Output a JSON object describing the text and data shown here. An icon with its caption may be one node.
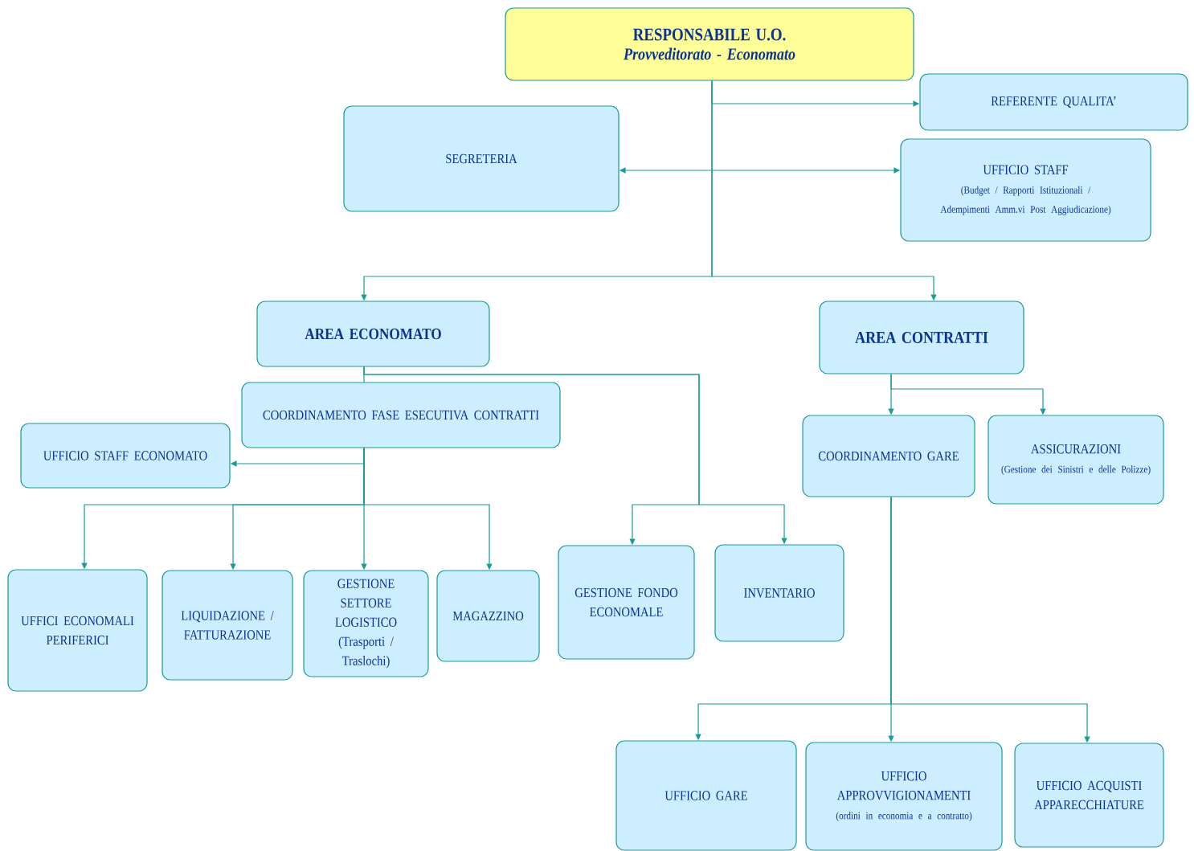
{
  "diagram": {
    "nodes": [
      {
        "text": [
          "RESPONSABILE U.O.",
          "Provveditorato - Economato"
        ]
      },
      {
        "text": [
          "REFERENTE QUALITA’"
        ]
      },
      {
        "text": [
          "SEGRETERIA"
        ]
      },
      {
        "text": [
          "UFFICIO STAFF",
          "(Budget / Rapporti Istituzionali / Adempimenti Amm.vi Post Aggiudicazione)"
        ]
      },
      {
        "text": [
          "AREA ECONOMATO"
        ]
      },
      {
        "text": [
          "AREA CONTRATTI"
        ]
      },
      {
        "text": [
          "COORDINAMENTO FASE ESECUTIVA CONTRATTI"
        ]
      },
      {
        "text": [
          "UFFICIO STAFF ECONOMATO"
        ]
      },
      {
        "text": [
          "COORDINAMENTO GARE"
        ]
      },
      {
        "text": [
          "ASSICURAZIONI",
          "(Gestione dei Sinistri e delle Polizze)"
        ]
      },
      {
        "text": [
          "UFFICI ECONOMALI PERIFERICI"
        ]
      },
      {
        "text": [
          "LIQUIDAZIONE / FATTURAZIONE"
        ]
      },
      {
        "text": [
          "GESTIONE SETTORE LOGISTICO",
          "(Trasporti / Traslochi)"
        ]
      },
      {
        "text": [
          "MAGAZZINO"
        ]
      },
      {
        "text": [
          "GESTIONE FONDO ECONOMALE"
        ]
      },
      {
        "text": [
          "INVENTARIO"
        ]
      },
      {
        "text": [
          "UFFICIO GARE"
        ]
      },
      {
        "text": [
          "UFFICIO APPROVVIGIONAMENTI",
          "(ordini in economia e a contratto)"
        ]
      },
      {
        "text": [
          "UFFICIO ACQUISTI APPARECCHIATURE"
        ]
      }
    ],
    "edges": [
      {
        "from": 0,
        "to": 1,
        "arrow": "to"
      },
      {
        "from": 2,
        "to": 3,
        "arrow": "both"
      },
      {
        "from": 0,
        "to": 4,
        "arrow": "to"
      },
      {
        "from": 0,
        "to": 5,
        "arrow": "to"
      },
      {
        "from": 4,
        "to": 6,
        "arrow": "none"
      },
      {
        "from": 4,
        "to": 14,
        "arrow": "to"
      },
      {
        "from": 4,
        "to": 15,
        "arrow": "to"
      },
      {
        "from": 6,
        "to": 7,
        "arrow": "to"
      },
      {
        "from": 6,
        "to": 10,
        "arrow": "to"
      },
      {
        "from": 6,
        "to": 11,
        "arrow": "to"
      },
      {
        "from": 6,
        "to": 12,
        "arrow": "to"
      },
      {
        "from": 6,
        "to": 13,
        "arrow": "to"
      },
      {
        "from": 5,
        "to": 8,
        "arrow": "to"
      },
      {
        "from": 5,
        "to": 9,
        "arrow": "to"
      },
      {
        "from": 8,
        "to": 16,
        "arrow": "to"
      },
      {
        "from": 8,
        "to": 17,
        "arrow": "to"
      },
      {
        "from": 8,
        "to": 18,
        "arrow": "to"
      }
    ]
  }
}
